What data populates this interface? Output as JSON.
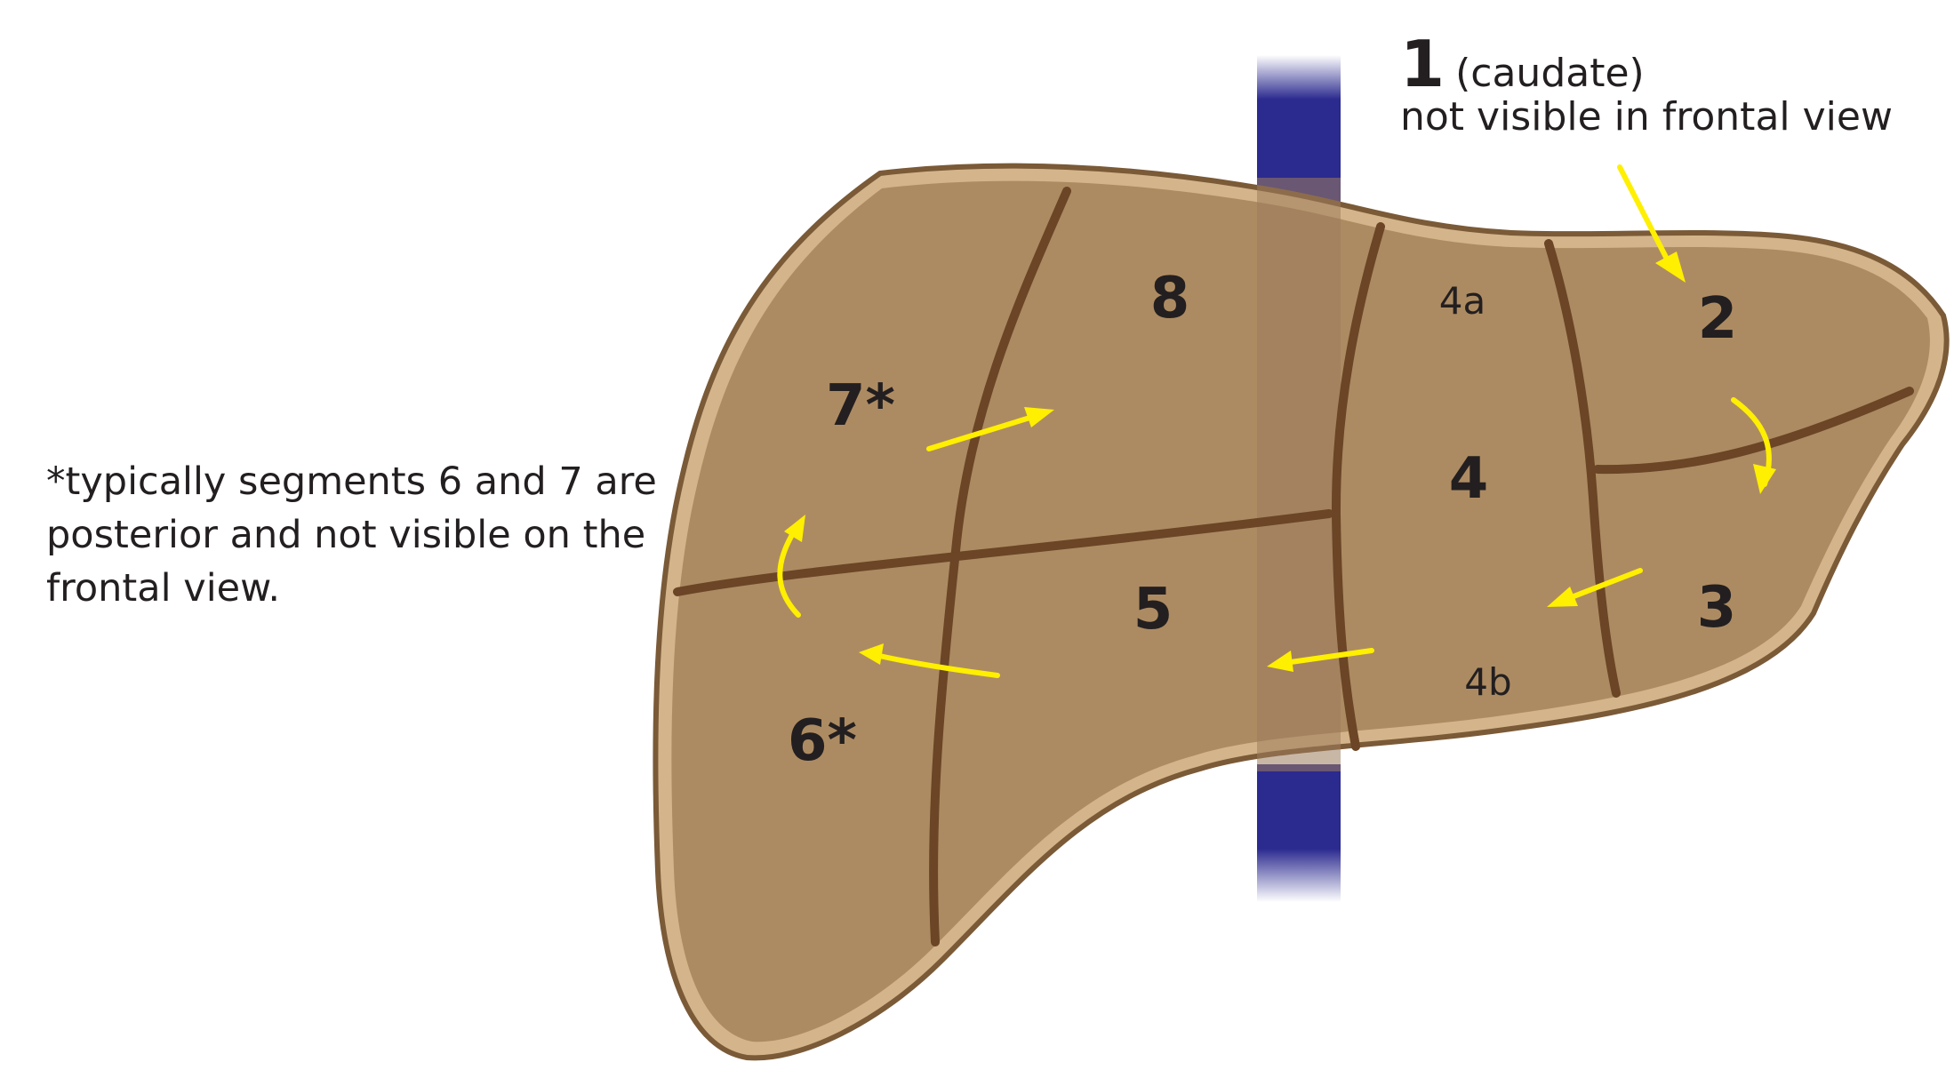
{
  "footnote": {
    "line1": "*typically segments 6 and 7 are",
    "line2": "posterior and not visible on the",
    "line3": "frontal view."
  },
  "caudate": {
    "number": "1",
    "name": "(caudate)",
    "note": "not visible in frontal view"
  },
  "segments": {
    "s2": "2",
    "s3": "3",
    "s4": "4",
    "s4a": "4a",
    "s4b": "4b",
    "s5": "5",
    "s6": "6*",
    "s7": "7*",
    "s8": "8"
  },
  "colors": {
    "liver_fill": "#ad8b62",
    "liver_rim": "#d4b48a",
    "liver_outline": "#7a5a37",
    "fissure_lines": "#6b4526",
    "vena_cava": "#2b2a8f",
    "arrows": "#ffef00"
  }
}
